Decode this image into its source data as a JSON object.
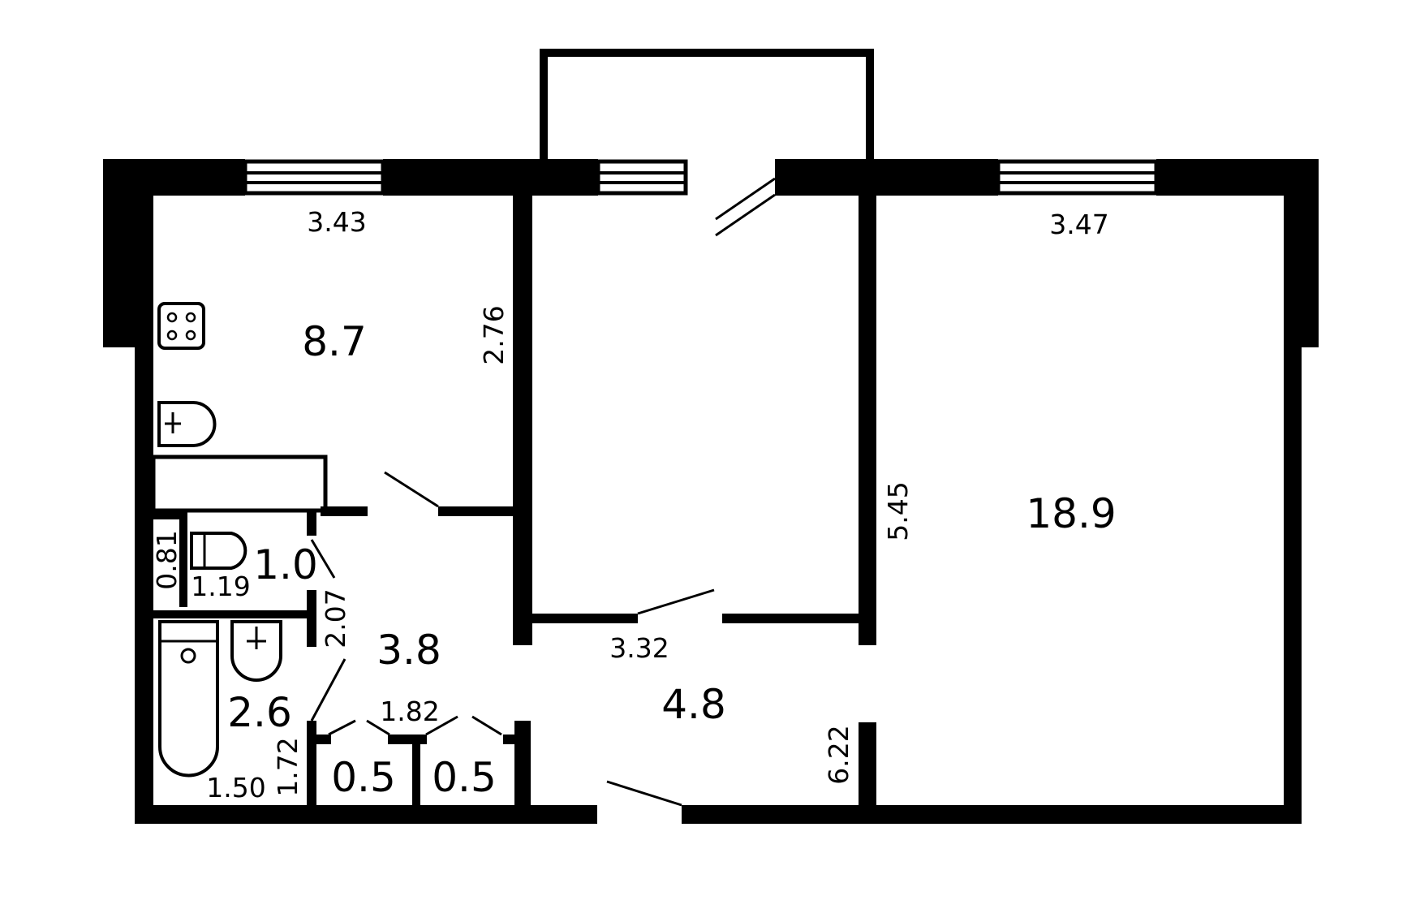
{
  "colors": {
    "wall": "#000000",
    "background": "#ffffff"
  },
  "rooms": {
    "kitchen_area": "8.7",
    "living_area": "18.9",
    "toilet_area": "1.0",
    "bathroom_area": "2.6",
    "hall_area": "3.8",
    "corridor_area": "4.8",
    "closet1_area": "0.5",
    "closet2_area": "0.5"
  },
  "dimensions": {
    "kitchen_width": "3.43",
    "kitchen_depth": "2.76",
    "living_width": "3.47",
    "living_depth": "5.45",
    "toilet_depth": "0.81",
    "toilet_width": "1.19",
    "hall_depth": "2.07",
    "bath_width": "1.50",
    "bath_depth": "1.72",
    "closets_width": "1.82",
    "middle_room_width": "3.32",
    "corridor_length": "6.22"
  },
  "icons": [
    "stove-icon",
    "sink-icon",
    "toilet-icon",
    "bathtub-icon",
    "washbasin-icon"
  ]
}
